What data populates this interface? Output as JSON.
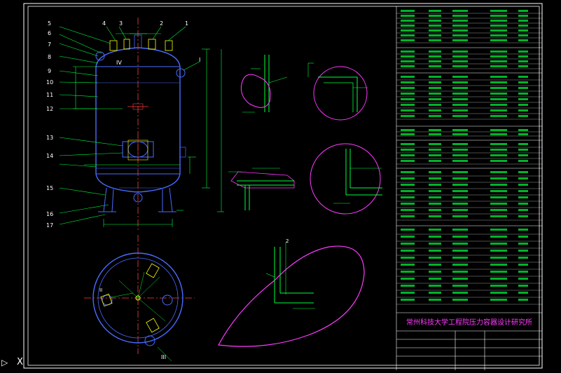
{
  "leaders": [
    "1",
    "2",
    "3",
    "4",
    "5",
    "6",
    "7",
    "8",
    "9",
    "10",
    "11",
    "12",
    "13",
    "14",
    "15",
    "16",
    "17"
  ],
  "views": {
    "ann_iv": "IV",
    "ann_i": "I",
    "ann_ii": "II",
    "ann_iii": "III",
    "ann_2": "2"
  },
  "title_block": {
    "bottom_title": "常州科技大学工程院压力容器设计研究所"
  },
  "colors": {
    "bg": "#000000",
    "frame": "#ffffff",
    "vessel": "#4a6bff",
    "center": "#ff3b3b",
    "dim": "#00ff3c",
    "detail": "#ff3bff",
    "table_text": "#00ff3c",
    "label": "#ffffff",
    "hatch": "#00ff3c",
    "nozzle": "#ffff00"
  },
  "ui": {
    "close_glyph": "X",
    "cursor_glyph": "▷"
  }
}
